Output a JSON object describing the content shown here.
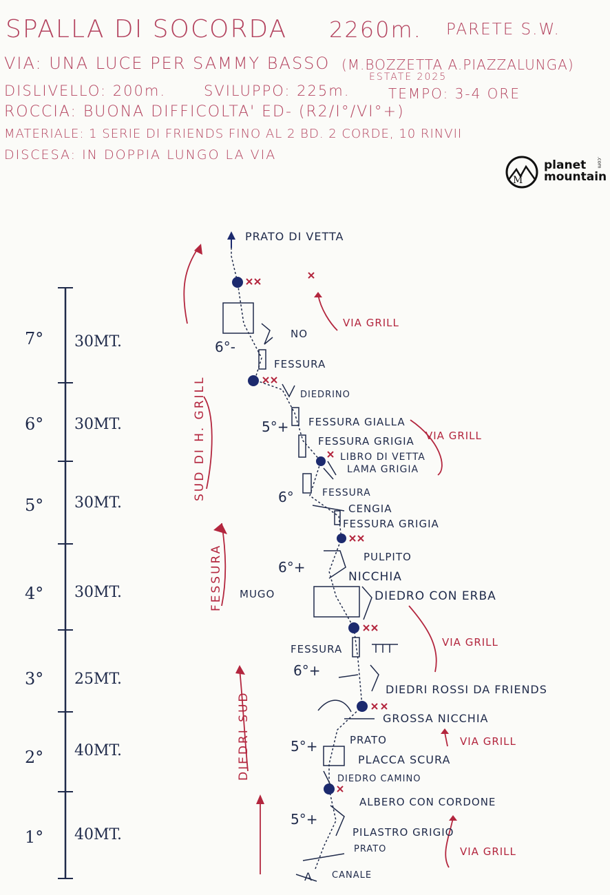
{
  "header": {
    "title": "SPALLA DI SOCORDA",
    "altitude": "2260m.",
    "wall": "PARETE S.W.",
    "via_line": "VIA: UNA LUCE PER SAMMY BASSO",
    "authors": "(M.BOZZETTA A.PIAZZALUNGA)",
    "season": "ESTATE 2025",
    "dislivello": "DISLIVELLO: 200m.",
    "sviluppo": "SVILUPPO: 225m.",
    "tempo": "TEMPO: 3-4 ORE",
    "roccia": "ROCCIA: BUONA  DIFFICOLTA' ED- (R2/I°/VI°+)",
    "materiale": "MATERIALE: 1 SERIE DI FRIENDS FINO AL 2 BD. 2 CORDE, 10 RINVII",
    "discesa": "DISCESA: IN DOPPIA LUNGO LA VIA"
  },
  "logo": {
    "line1": "planet",
    "line2": "mountain",
    "suffix": ".com"
  },
  "pitches": [
    {
      "n": "7°",
      "length": "30MT."
    },
    {
      "n": "6°",
      "length": "30MT."
    },
    {
      "n": "5°",
      "length": "30MT."
    },
    {
      "n": "4°",
      "length": "30MT."
    },
    {
      "n": "3°",
      "length": "25MT."
    },
    {
      "n": "2°",
      "length": "40MT."
    },
    {
      "n": "1°",
      "length": "40MT."
    }
  ],
  "grades": [
    "6°-",
    "5°+",
    "6°",
    "6°+",
    "6°+",
    "5°+",
    "5°+"
  ],
  "features": {
    "prato_vetta": "PRATO DI VETTA",
    "no": "NO",
    "fessura_1": "FESSURA",
    "diedrino": "DIEDRINO",
    "fessura_gialla": "FESSURA GIALLA",
    "fessura_grigia_1": "FESSURA GRIGIA",
    "libro_vetta": "LIBRO DI VETTA",
    "lama_grigia": "LAMA GRIGIA",
    "fessura_2": "FESSURA",
    "cengia": "CENGIA",
    "fessura_grigia_2": "FESSURA GRIGIA",
    "pulpito": "PULPITO",
    "nicchia": "NICCHIA",
    "mugo": "MUGO",
    "diedro_erba": "DIEDRO CON ERBA",
    "fessura_3": "FESSURA",
    "diedri_rossi": "DIEDRI ROSSI DA FRIENDS",
    "grossa_nicchia": "GROSSA NICCHIA",
    "prato_1": "PRATO",
    "placca_scura": "PLACCA SCURA",
    "diedro_camino": "DIEDRO CAMINO",
    "albero": "ALBERO CON CORDONE",
    "pilastro": "PILASTRO GRIGIO",
    "prato_2": "PRATO",
    "canale": "CANALE",
    "start": "A"
  },
  "neighbor_routes": {
    "via_grill": "VIA GRILL",
    "sud_h_grill": "SUD DI H. GRILL",
    "fessura": "FESSURA",
    "diedri_sud": "DIEDRI SUD"
  },
  "colors": {
    "ink_blue": "#1f2a4a",
    "ink_red": "#b3263e",
    "header_pink": "#b3425e",
    "belay": "#1c2a6e"
  }
}
